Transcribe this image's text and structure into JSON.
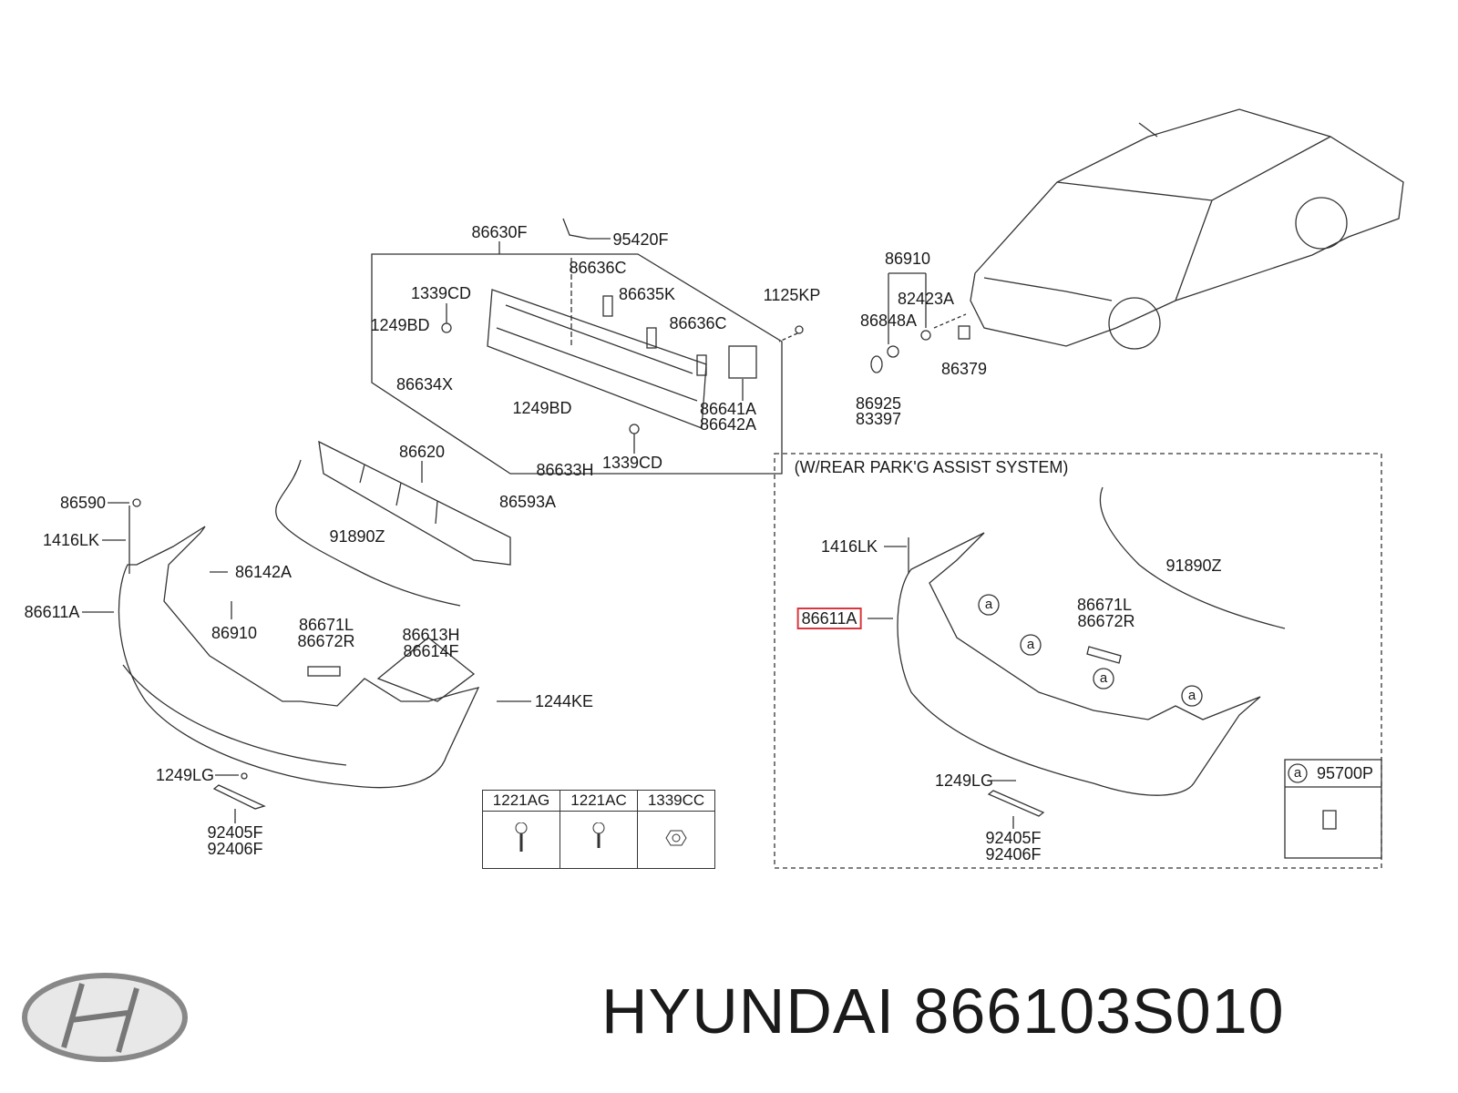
{
  "diagram": {
    "labels_main": {
      "l86630F": "86630F",
      "l95420F": "95420F",
      "l86636C_a": "86636C",
      "l1339CD_a": "1339CD",
      "l86635K": "86635K",
      "l1125KP": "1125KP",
      "l1249BD_a": "1249BD",
      "l86636C_b": "86636C",
      "l86634X": "86634X",
      "l1249BD_b": "1249BD",
      "l86641A": "86641A",
      "l86642A": "86642A",
      "l86633H": "86633H",
      "l1339CD_b": "1339CD",
      "l86620": "86620",
      "l86593A": "86593A",
      "l86590": "86590",
      "l1416LK": "1416LK",
      "l91890Z": "91890Z",
      "l86142A": "86142A",
      "l86611A": "86611A",
      "l86910": "86910",
      "l86671L": "86671L",
      "l86672R": "86672R",
      "l86613H": "86613H",
      "l86614F": "86614F",
      "l1244KE": "1244KE",
      "l1249LG": "1249LG",
      "l92405F": "92405F",
      "l92406F": "92406F"
    },
    "fastener_table": [
      "1221AG",
      "1221AC",
      "1339CC"
    ],
    "labels_car": {
      "l86910": "86910",
      "l82423A": "82423A",
      "l86848A": "86848A",
      "l86379": "86379",
      "l86925": "86925",
      "l83397": "83397"
    },
    "park_assist": {
      "title": "(W/REAR PARK'G ASSIST SYSTEM)",
      "l1416LK": "1416LK",
      "l91890Z": "91890Z",
      "l86611A": "86611A",
      "l86671L": "86671L",
      "l86672R": "86672R",
      "l1249LG": "1249LG",
      "l92405F": "92405F",
      "l92406F": "92406F",
      "callout": "a",
      "sensor_part": "95700P"
    },
    "highlight_color": "#d9363e"
  },
  "footer": {
    "brand": "HYUNDAI",
    "part_number": "866103S010",
    "logo": "hyundai-logo"
  }
}
